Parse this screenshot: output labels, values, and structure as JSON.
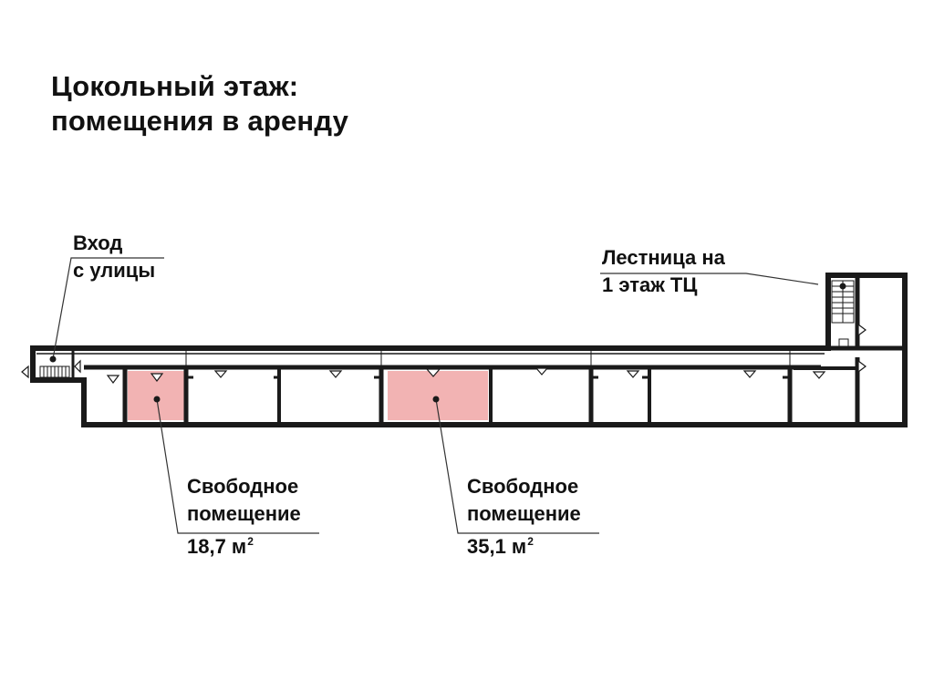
{
  "title": {
    "line1": "Цокольный этаж:",
    "line2": "помещения в аренду"
  },
  "labels": {
    "entrance": {
      "line1": "Вход",
      "line2": "с улицы"
    },
    "stairs": {
      "line1": "Лестница на",
      "line2": "1 этаж ТЦ"
    },
    "room_a": {
      "line1": "Свободное",
      "line2": "помещение",
      "area": "18,7 м",
      "unit_sup": "2"
    },
    "room_b": {
      "line1": "Свободное",
      "line2": "помещение",
      "area": "35,1 м",
      "unit_sup": "2"
    }
  },
  "colors": {
    "wall": "#1a1a1a",
    "available": "#f2b3b3",
    "leader": "#333333",
    "text": "#111111"
  }
}
